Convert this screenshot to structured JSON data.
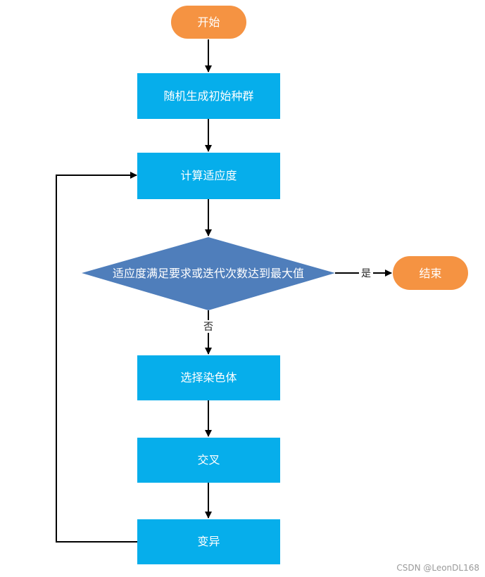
{
  "colors": {
    "terminal": "#F59342",
    "process": "#06AEEB",
    "decision": "#4F7EBB",
    "text": "#FFFFFF",
    "line": "#000000"
  },
  "nodes": {
    "start": "开始",
    "init_population": "随机生成初始种群",
    "compute_fitness": "计算适应度",
    "decision": "适应度满足要求或迭代次数达到最大值",
    "end": "结束",
    "select": "选择染色体",
    "crossover": "交叉",
    "mutation": "变异"
  },
  "edges": {
    "yes_label": "是",
    "no_label": "否"
  },
  "watermark": "CSDN @LeonDL168"
}
